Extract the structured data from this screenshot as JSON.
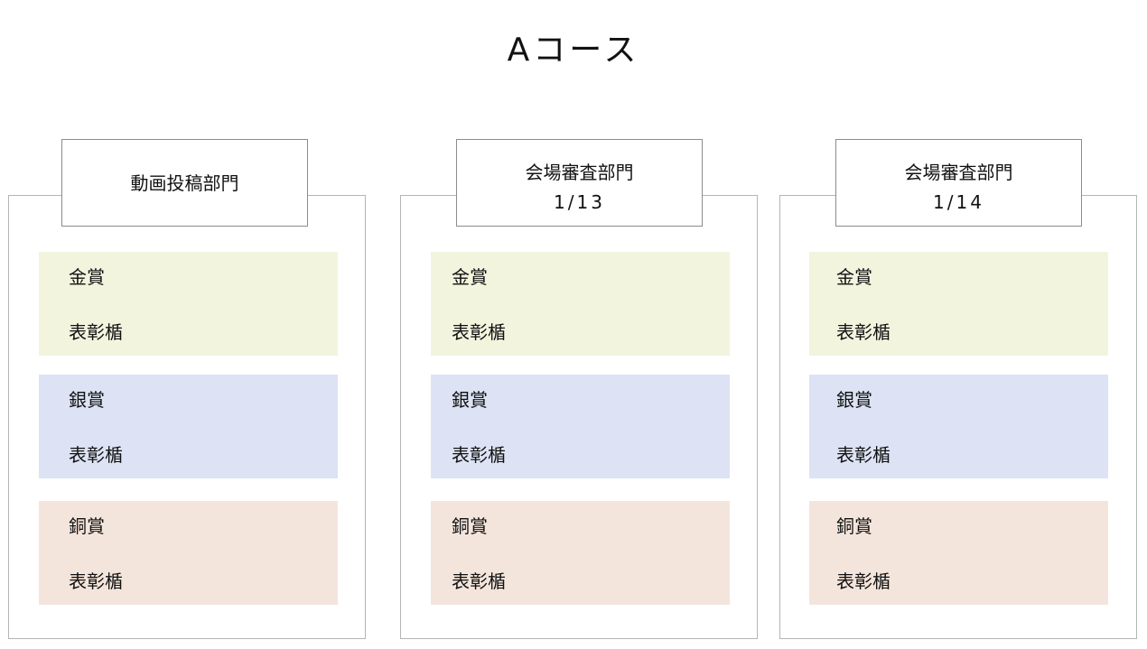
{
  "title": "Aコース",
  "colors": {
    "gold": "#f2f4de",
    "silver": "#dde3f4",
    "bronze": "#f4e5dc"
  },
  "sections": [
    {
      "heading": "動画投稿部門",
      "date": null,
      "awards": [
        {
          "name": "金賞",
          "prize": "表彰楯"
        },
        {
          "name": "銀賞",
          "prize": "表彰楯"
        },
        {
          "name": "銅賞",
          "prize": "表彰楯"
        }
      ]
    },
    {
      "heading": "会場審査部門",
      "date": "1/13",
      "awards": [
        {
          "name": "金賞",
          "prize": "表彰楯"
        },
        {
          "name": "銀賞",
          "prize": "表彰楯"
        },
        {
          "name": "銅賞",
          "prize": "表彰楯"
        }
      ]
    },
    {
      "heading": "会場審査部門",
      "date": "1/14",
      "awards": [
        {
          "name": "金賞",
          "prize": "表彰楯"
        },
        {
          "name": "銀賞",
          "prize": "表彰楯"
        },
        {
          "name": "銅賞",
          "prize": "表彰楯"
        }
      ]
    }
  ]
}
